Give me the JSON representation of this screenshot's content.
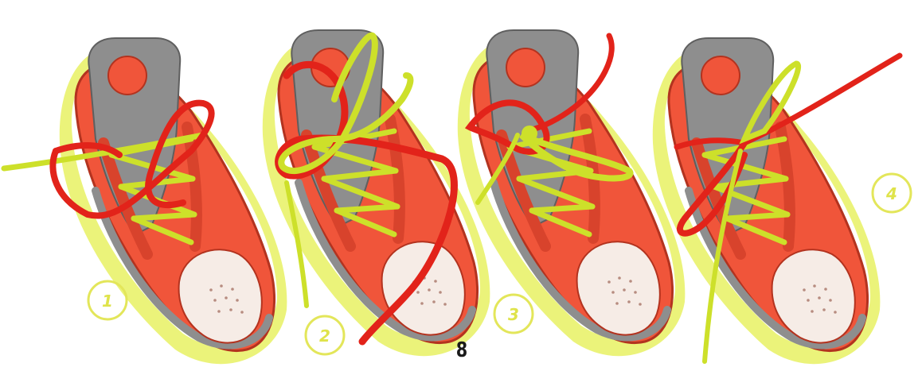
{
  "steps": [
    {
      "number": "1"
    },
    {
      "number": "2"
    },
    {
      "number": "3"
    },
    {
      "number": "4"
    }
  ],
  "page_number": "8",
  "colors": {
    "shoe_body": "#f0553a",
    "shoe_outline": "#b3331f",
    "tongue": "#8e8e8e",
    "toe": "#f6ece6",
    "glow": "#e9f26b",
    "lace_green": "#cde02a",
    "lace_red": "#e2231a",
    "circle": "#e3e65a"
  }
}
